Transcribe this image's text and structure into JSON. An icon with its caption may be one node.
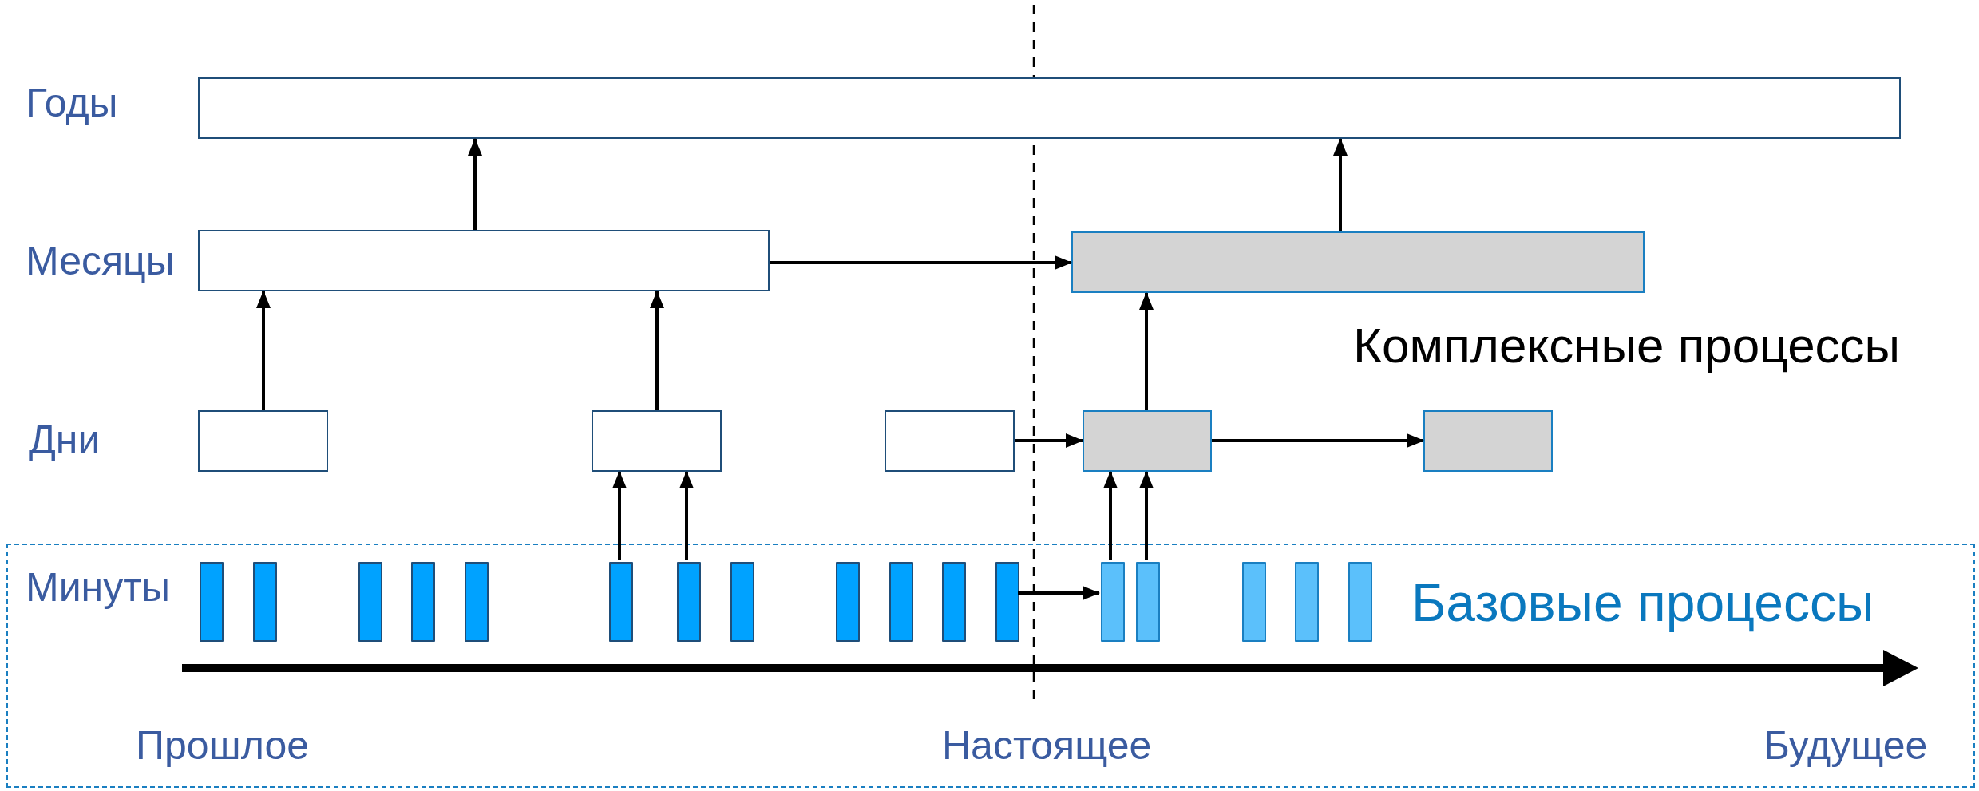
{
  "diagram": {
    "nodes": [
      {
        "text": [],
        "shape": "box"
      },
      {
        "text": [],
        "shape": "box"
      },
      {
        "text": [],
        "shape": "box"
      },
      {
        "text": [],
        "shape": "box"
      },
      {
        "text": [],
        "shape": "box"
      },
      {
        "text": [],
        "shape": "box"
      },
      {
        "text": [],
        "shape": "box"
      },
      {
        "text": [],
        "shape": "box"
      },
      {
        "text": [
          "Базовые процессы"
        ]
      },
      {
        "text": [],
        "shape": "bar",
        "in": 8
      },
      {
        "text": [],
        "shape": "bar",
        "in": 8
      },
      {
        "text": [],
        "shape": "bar",
        "in": 8
      },
      {
        "text": [],
        "shape": "bar",
        "in": 8
      },
      {
        "text": [],
        "shape": "bar",
        "in": 8
      },
      {
        "text": [],
        "shape": "bar",
        "in": 8
      },
      {
        "text": [],
        "shape": "bar",
        "in": 8
      },
      {
        "text": [],
        "shape": "bar",
        "in": 8
      },
      {
        "text": [],
        "shape": "bar",
        "in": 8
      },
      {
        "text": [],
        "shape": "bar",
        "in": 8
      },
      {
        "text": [],
        "shape": "bar",
        "in": 8
      },
      {
        "text": [],
        "shape": "bar",
        "in": 8
      },
      {
        "text": [],
        "shape": "bar",
        "in": 8
      },
      {
        "text": [],
        "shape": "bar",
        "in": 8
      },
      {
        "text": [],
        "shape": "bar",
        "in": 8
      },
      {
        "text": [],
        "shape": "bar",
        "in": 8
      },
      {
        "text": [],
        "shape": "bar",
        "in": 8
      }
    ],
    "edges": [
      {
        "from": 1,
        "to": 0,
        "arrow": "to"
      },
      {
        "from": 2,
        "to": 0,
        "arrow": "to"
      },
      {
        "from": 3,
        "to": 1,
        "arrow": "to"
      },
      {
        "from": 4,
        "to": 1,
        "arrow": "to"
      },
      {
        "from": 6,
        "to": 2,
        "arrow": "to"
      },
      {
        "from": 1,
        "to": 2,
        "arrow": "to"
      },
      {
        "from": 5,
        "to": 6,
        "arrow": "to"
      },
      {
        "from": 6,
        "to": 7,
        "arrow": "to"
      },
      {
        "from": 14,
        "to": 4,
        "arrow": "to"
      },
      {
        "from": 15,
        "to": 4,
        "arrow": "to"
      },
      {
        "from": 20,
        "to": 21,
        "arrow": "to"
      },
      {
        "from": 21,
        "to": 6,
        "arrow": "to"
      },
      {
        "from": 22,
        "to": 6,
        "arrow": "to"
      }
    ],
    "labels": [
      "Годы",
      "Месяцы",
      "Комплексные процессы",
      "Дни",
      "Минуты",
      "Прошлое",
      "Настоящее",
      "Будущее"
    ]
  }
}
